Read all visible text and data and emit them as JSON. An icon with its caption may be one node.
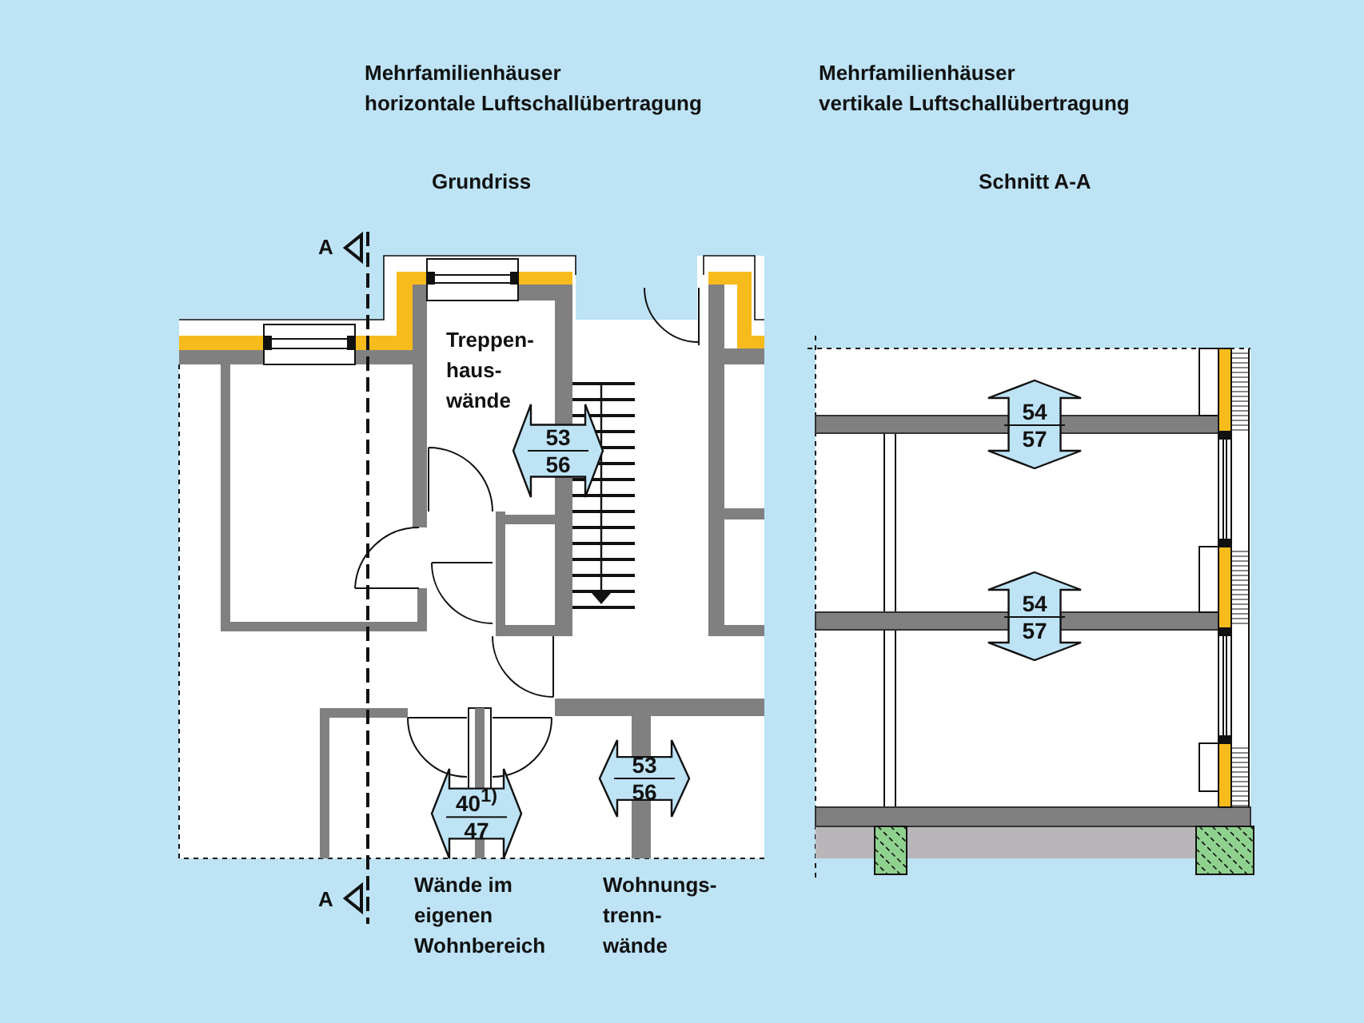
{
  "diagram": {
    "nodes": [
      {
        "text": [
          "53",
          "56"
        ],
        "beside": [
          "Treppen- haus- wände"
        ]
      },
      {
        "text": [
          "40$^{1)}$",
          "47"
        ],
        "beside": [
          "Wände im eigenen Wohnbereich"
        ]
      },
      {
        "text": [
          "53",
          "56"
        ],
        "beside": [
          "Wohnungs- trenn- wände"
        ]
      },
      {
        "text": [
          "54",
          "57"
        ]
      },
      {
        "text": [
          "54",
          "57"
        ]
      }
    ],
    "labels": [
      "Mehrfamilienhäuser",
      "horizontale Luftschallübertragung",
      "Mehrfamilienhäuser",
      "vertikale Luftschallübertragung",
      "Grundriss",
      "Schnitt A-A",
      "A",
      "A"
    ]
  }
}
